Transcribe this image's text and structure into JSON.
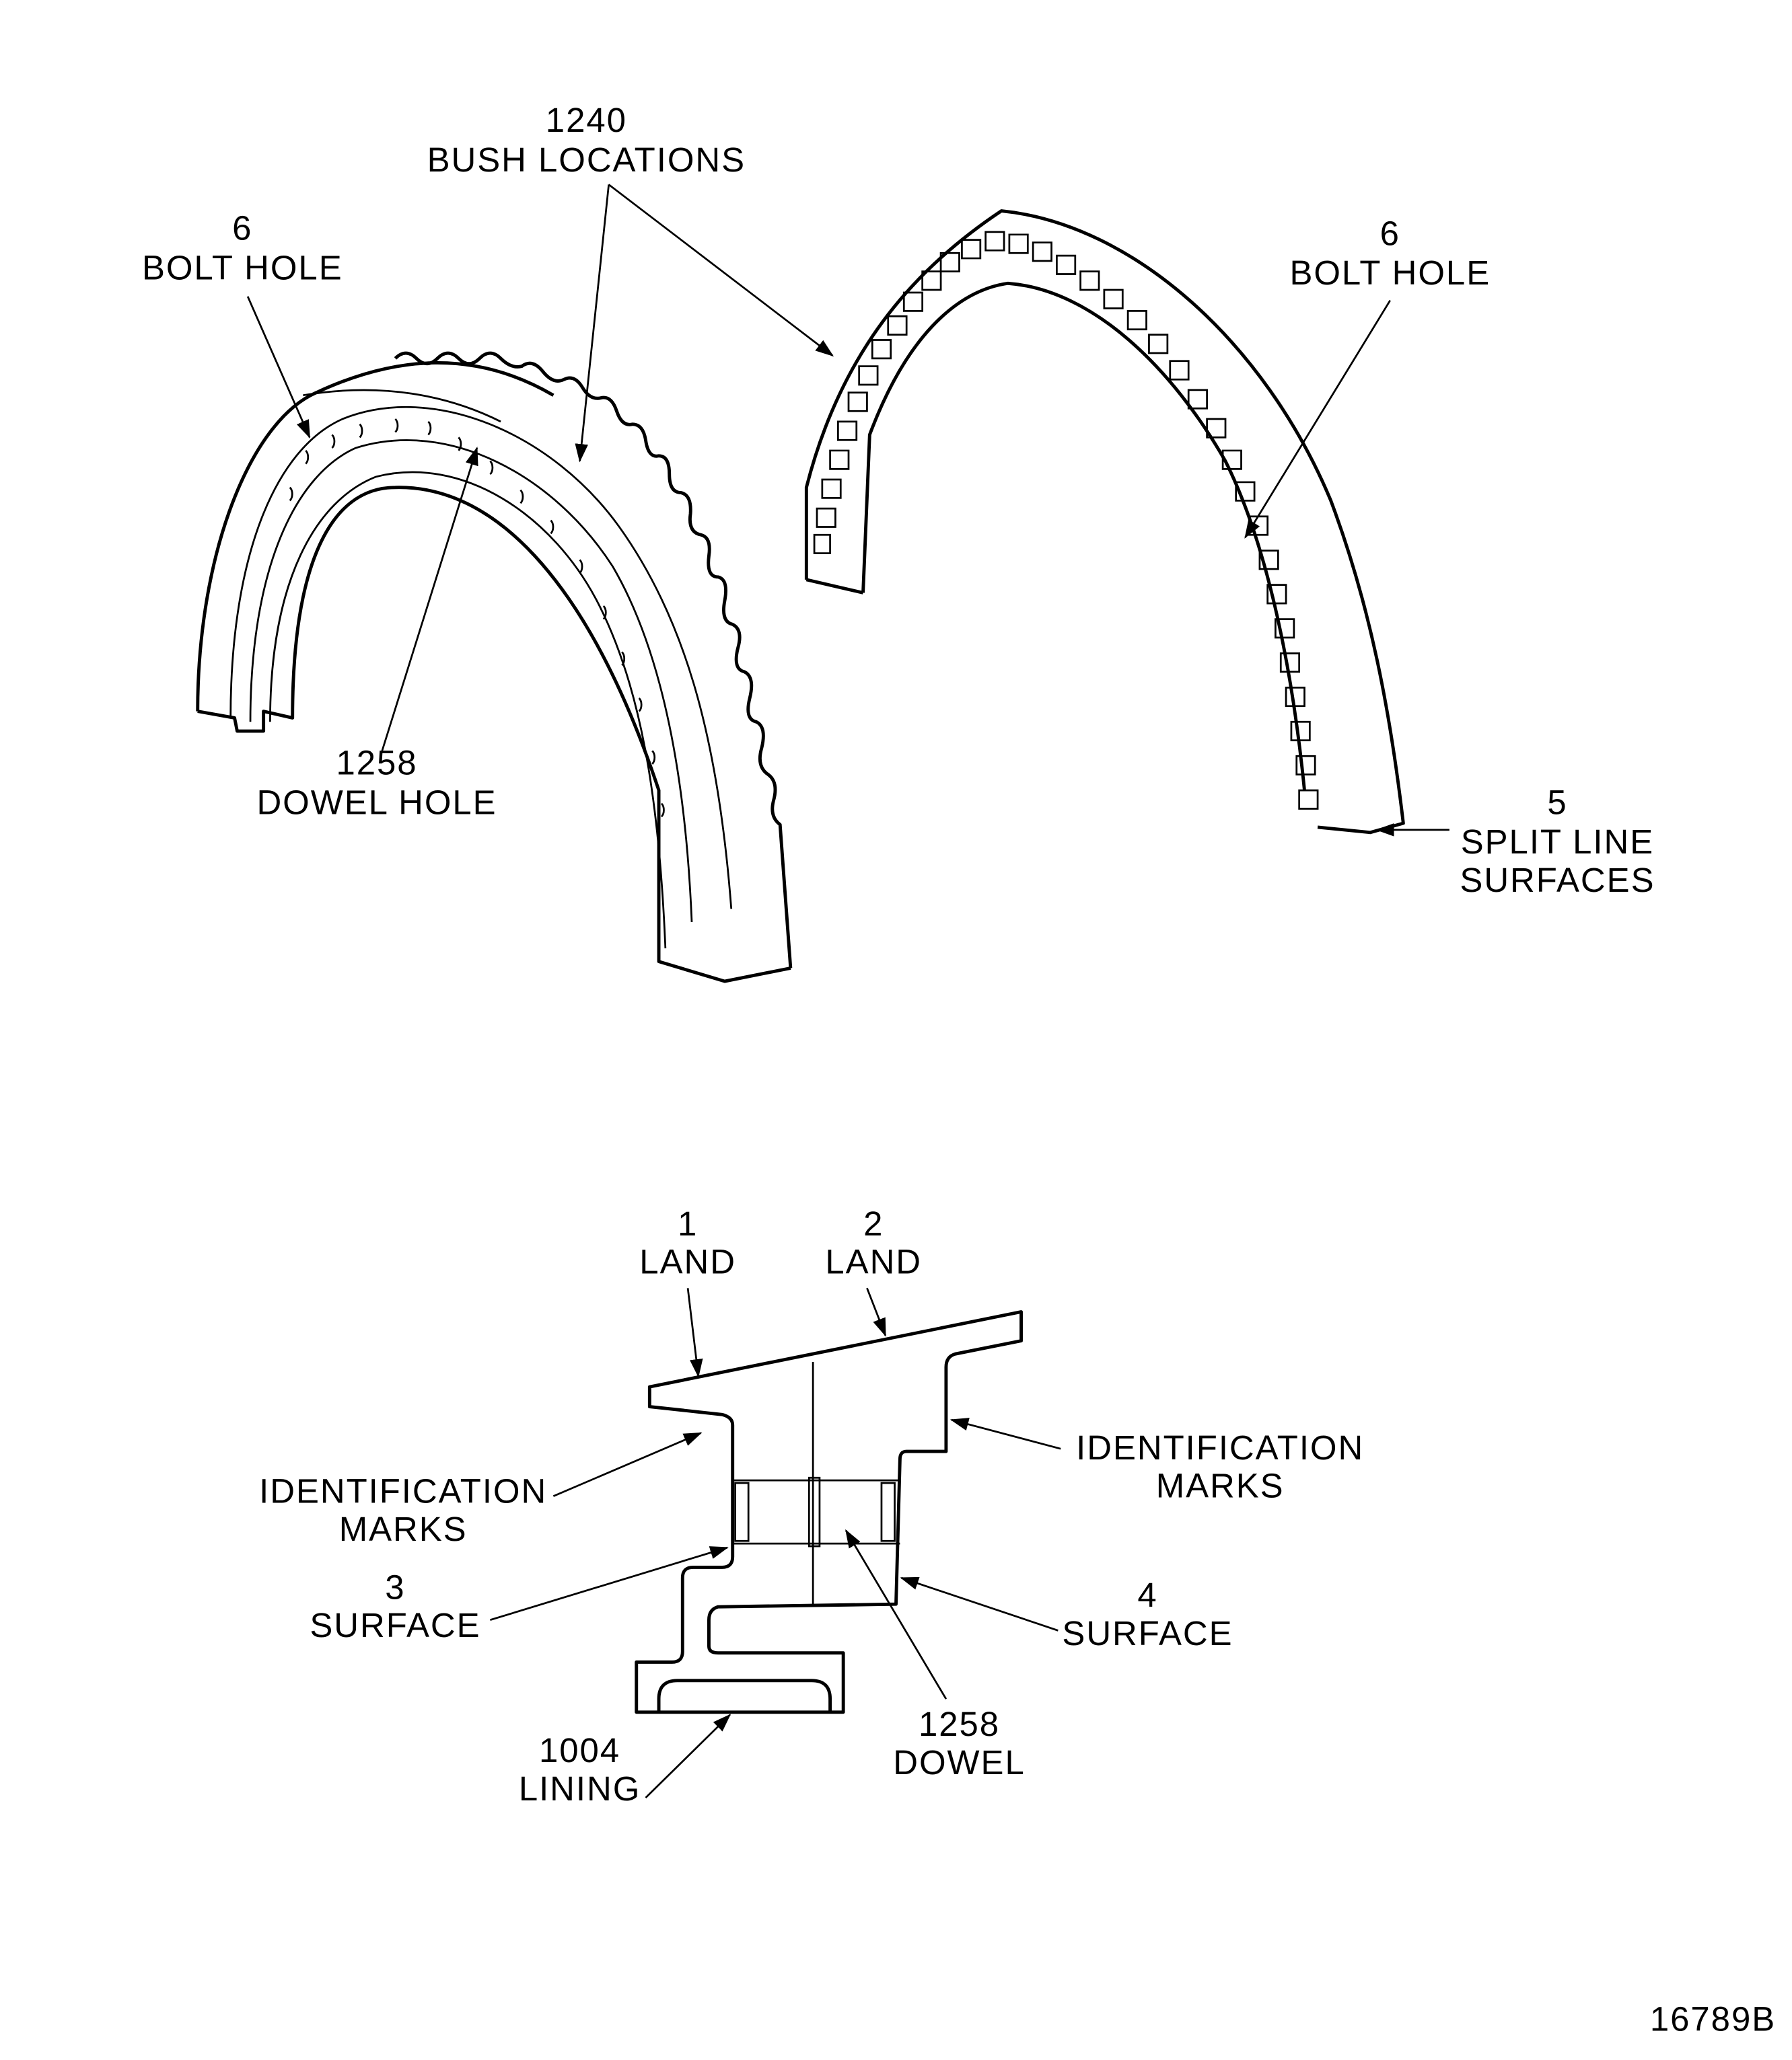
{
  "labels": {
    "bush_qty": "1240",
    "bush_text": "BUSH LOCATIONS",
    "bolt_left_qty": "6",
    "bolt_left_text": "BOLT HOLE",
    "bolt_right_qty": "6",
    "bolt_right_text": "BOLT HOLE",
    "dowel_hole_qty": "1258",
    "dowel_hole_text": "DOWEL HOLE",
    "split_qty": "5",
    "split_text1": "SPLIT LINE",
    "split_text2": "SURFACES",
    "land1_qty": "1",
    "land1_text": "LAND",
    "land2_qty": "2",
    "land2_text": "LAND",
    "idl_text1": "IDENTIFICATION",
    "idl_text2": "MARKS",
    "idr_text1": "IDENTIFICATION",
    "idr_text2": "MARKS",
    "surf3_qty": "3",
    "surf3_text": "SURFACE",
    "surf4_qty": "4",
    "surf4_text": "SURFACE",
    "lining_qty": "1004",
    "lining_text": "LINING",
    "dowel_qty": "1258",
    "dowel_text": "DOWEL",
    "figure_id": "16789B"
  }
}
